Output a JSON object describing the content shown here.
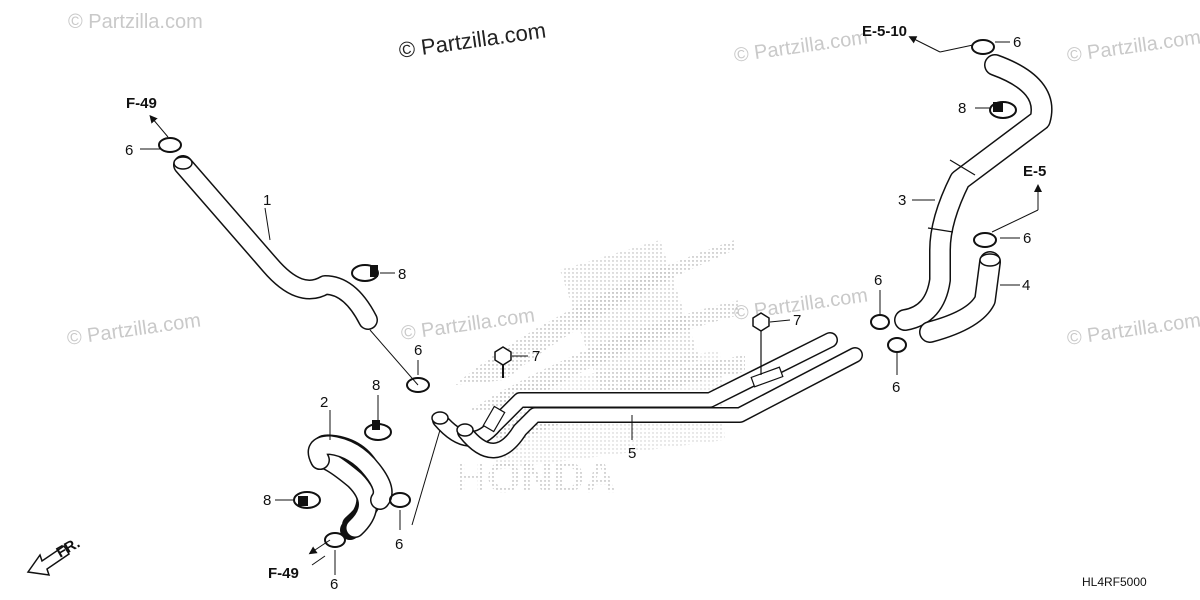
{
  "watermark": {
    "main": "© Partzilla.com",
    "repeat": "© Partzilla.com"
  },
  "parts": {
    "p1": "1",
    "p2": "2",
    "p3": "3",
    "p4": "4",
    "p5": "5",
    "p6": "6",
    "p7": "7",
    "p8": "8"
  },
  "refs": {
    "f49": "F-49",
    "e510": "E-5-10",
    "e5": "E-5"
  },
  "front_marker": "FR.",
  "brand_logo_text": "HONDA",
  "diagram_code": "HL4RF5000"
}
